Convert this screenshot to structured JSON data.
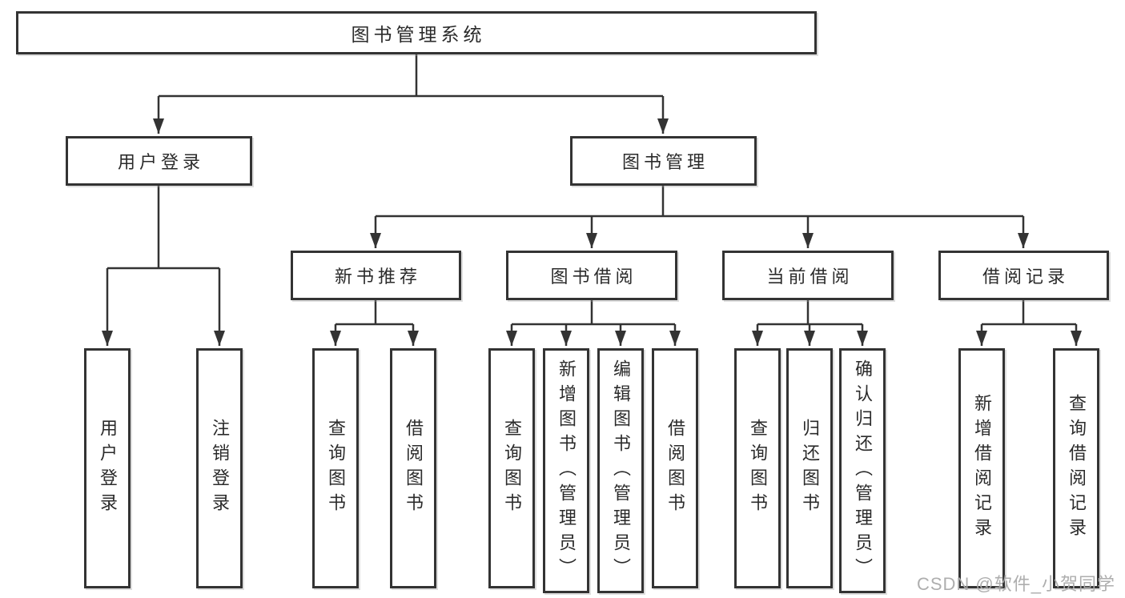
{
  "diagram": {
    "root": {
      "label": "图书管理系统"
    },
    "user_login": {
      "label": "用户登录",
      "children": [
        {
          "label": "用户登录"
        },
        {
          "label": "注销登录"
        }
      ]
    },
    "book_mgmt": {
      "label": "图书管理",
      "groups": [
        {
          "label": "新书推荐",
          "children": [
            {
              "label": "查询图书"
            },
            {
              "label": "借阅图书"
            }
          ]
        },
        {
          "label": "图书借阅",
          "children": [
            {
              "label": "查询图书"
            },
            {
              "label": "新增图书（管理员）"
            },
            {
              "label": "编辑图书（管理员）"
            },
            {
              "label": "借阅图书"
            }
          ]
        },
        {
          "label": "当前借阅",
          "children": [
            {
              "label": "查询图书"
            },
            {
              "label": "归还图书"
            },
            {
              "label": "确认归还（管理员）"
            }
          ]
        },
        {
          "label": "借阅记录",
          "children": [
            {
              "label": "新增借阅记录"
            },
            {
              "label": "查询借阅记录"
            }
          ]
        }
      ]
    },
    "watermark": "CSDN @软件_小贺同学",
    "colors": {
      "line": "#333333",
      "text": "#2b2b2b",
      "watermark": "#aaaaaa"
    }
  }
}
